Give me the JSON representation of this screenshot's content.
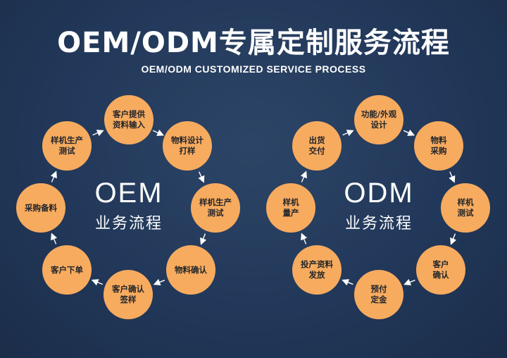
{
  "title": "OEM/ODM专属定制服务流程",
  "subtitle": "OEM/ODM CUSTOMIZED SERVICE PROCESS",
  "colors": {
    "node": "#f7ab5f",
    "background": "#22385a",
    "arrow": "#ffffff"
  },
  "oem": {
    "name": "OEM",
    "label": "业务流程",
    "steps": [
      "客户提供\n资料输入",
      "物料设计\n打样",
      "样机生产\n测试",
      "物料确认",
      "客户确认\n签样",
      "客户下单",
      "采购备料",
      "样机生产\n测试"
    ]
  },
  "odm": {
    "name": "ODM",
    "label": "业务流程",
    "steps": [
      "功能/外观\n设计",
      "物料\n采购",
      "样机\n测试",
      "客户\n确认",
      "预付\n定金",
      "投产资料\n发放",
      "样机\n量产",
      "出货\n交付"
    ]
  }
}
